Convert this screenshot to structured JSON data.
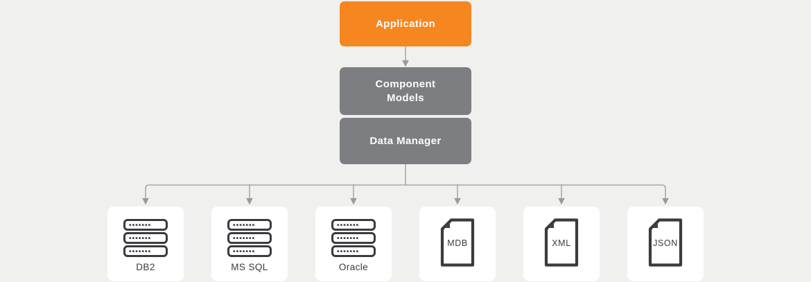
{
  "diagram": {
    "colors": {
      "canvas_bg": "#F0F0EF",
      "accent_orange": "#F6861F",
      "box_gray": "#7D7E82",
      "card_white": "#FFFFFF",
      "line_gray": "#9A9A9A",
      "icon_dark": "#3A3A3F"
    },
    "nodes": {
      "application": {
        "label": "Application"
      },
      "component_models": {
        "label": "Component\nModels"
      },
      "data_manager": {
        "label": "Data Manager"
      }
    },
    "data_sources": [
      {
        "label": "DB2",
        "icon": "database-server-icon"
      },
      {
        "label": "MS SQL",
        "icon": "database-server-icon"
      },
      {
        "label": "Oracle",
        "icon": "database-server-icon"
      },
      {
        "label": "MDB",
        "icon": "file-document-icon"
      },
      {
        "label": "XML",
        "icon": "file-document-icon"
      },
      {
        "label": "JSON",
        "icon": "file-document-icon"
      }
    ]
  }
}
